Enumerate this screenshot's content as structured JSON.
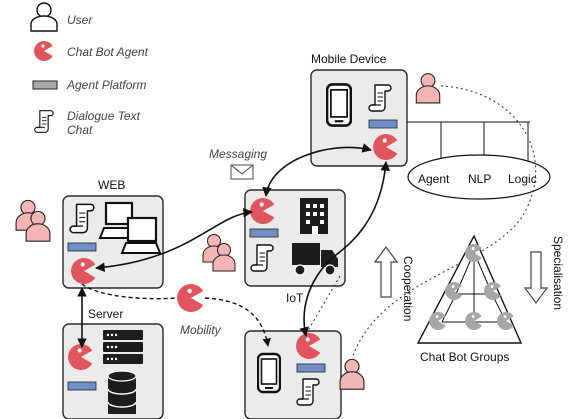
{
  "legend": {
    "user": "User",
    "agent": "Chat Bot Agent",
    "platform": "Agent Platform",
    "dialogue_line1": "Dialogue Text",
    "dialogue_line2": "Chat"
  },
  "nodes": {
    "web": "WEB",
    "server": "Server",
    "iot": "IoT",
    "mobile_device": "Mobile Device"
  },
  "edges": {
    "messaging": "Messaging",
    "mobility": "Mobility"
  },
  "platform_services": {
    "agent": "Agent",
    "nlp": "NLP",
    "logic": "Logic"
  },
  "groups": {
    "cooperation": "Cooperation",
    "specialisation": "Specialisation",
    "title": "Chat Bot Groups"
  },
  "colors": {
    "agent_red": "#e0555f",
    "agent_grey": "#a6a6a6",
    "platform_blue": "#6f8fc9",
    "user_pink": "#f3b5b5",
    "panel_bg": "#ebebeb",
    "panel_border": "#2a2a2a",
    "device_black": "#1d1d1d"
  }
}
